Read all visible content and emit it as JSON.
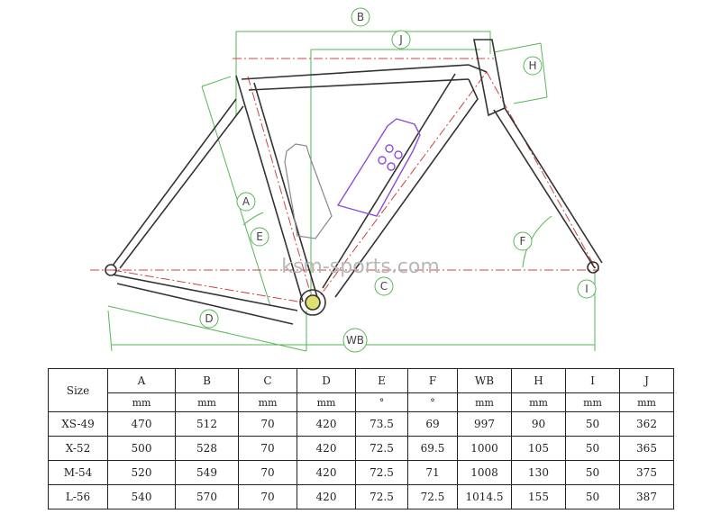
{
  "watermark": "ksm-sports.com",
  "dimension_markers": {
    "A": "A",
    "B": "B",
    "C": "C",
    "D": "D",
    "E": "E",
    "F": "F",
    "H": "H",
    "I": "I",
    "J": "J",
    "WB": "WB"
  },
  "colors": {
    "frame": "#333333",
    "dimension_line": "#56b656",
    "center_line": "#d04040",
    "bottle_purple": "#8a4fd8",
    "table_border": "#222222"
  },
  "table": {
    "size_header": "Size",
    "columns": [
      {
        "key": "A",
        "unit": "mm"
      },
      {
        "key": "B",
        "unit": "mm"
      },
      {
        "key": "C",
        "unit": "mm"
      },
      {
        "key": "D",
        "unit": "mm"
      },
      {
        "key": "E",
        "unit": "°"
      },
      {
        "key": "F",
        "unit": "°"
      },
      {
        "key": "WB",
        "unit": "mm"
      },
      {
        "key": "H",
        "unit": "mm"
      },
      {
        "key": "I",
        "unit": "mm"
      },
      {
        "key": "J",
        "unit": "mm"
      }
    ],
    "rows": [
      {
        "size": "XS-49",
        "values": [
          "470",
          "512",
          "70",
          "420",
          "73.5",
          "69",
          "997",
          "90",
          "50",
          "362"
        ]
      },
      {
        "size": "X-52",
        "values": [
          "500",
          "528",
          "70",
          "420",
          "72.5",
          "69.5",
          "1000",
          "105",
          "50",
          "365"
        ]
      },
      {
        "size": "M-54",
        "values": [
          "520",
          "549",
          "70",
          "420",
          "72.5",
          "71",
          "1008",
          "130",
          "50",
          "375"
        ]
      },
      {
        "size": "L-56",
        "values": [
          "540",
          "570",
          "70",
          "420",
          "72.5",
          "72.5",
          "1014.5",
          "155",
          "50",
          "387"
        ]
      }
    ]
  }
}
